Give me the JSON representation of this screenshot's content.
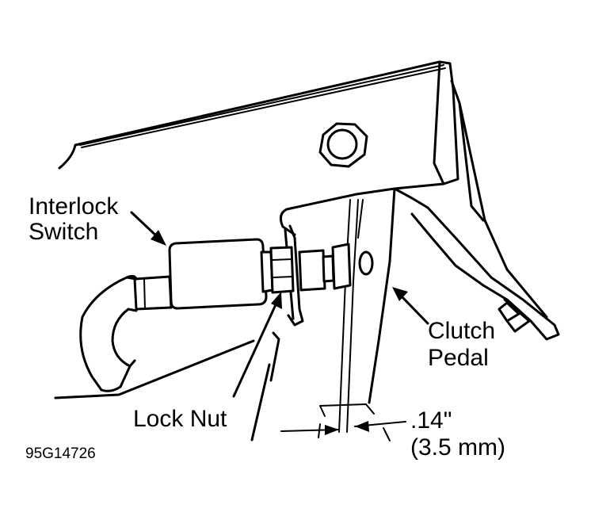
{
  "labels": {
    "interlock_switch_line1": "Interlock",
    "interlock_switch_line2": "Switch",
    "clutch_pedal_line1": "Clutch",
    "clutch_pedal_line2": "Pedal",
    "lock_nut": "Lock Nut",
    "gap_inches": ".14\"",
    "gap_mm": "(3.5 mm)",
    "figure_code": "95G14726"
  }
}
